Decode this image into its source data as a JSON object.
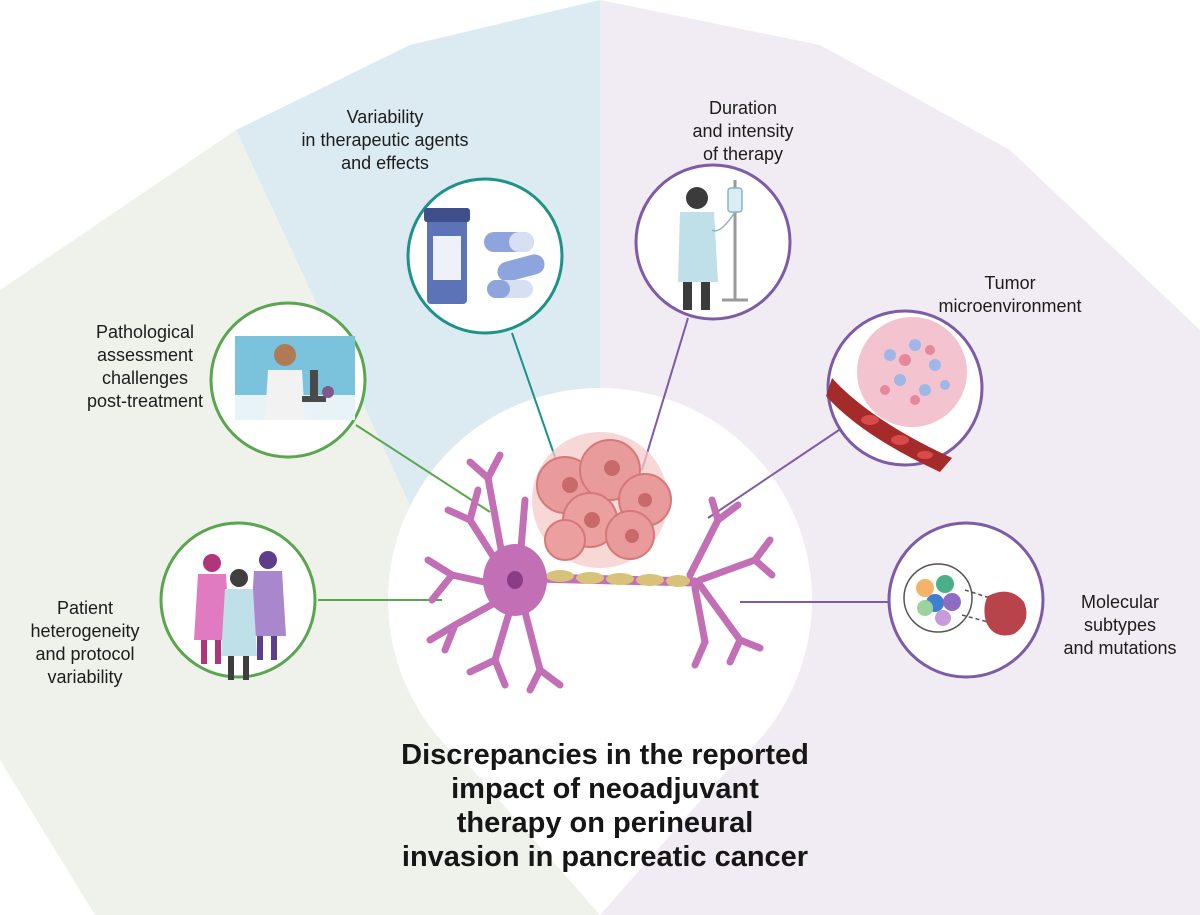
{
  "title_lines": [
    "Discrepancies in the reported",
    "impact of neoadjuvant",
    "therapy on perineural",
    "invasion in pancreatic cancer"
  ],
  "factors": {
    "therapeutic": {
      "lines": [
        "Variability",
        "in therapeutic agents",
        "and effects"
      ],
      "icon": "pill-bottle-capsules-icon"
    },
    "duration": {
      "lines": [
        "Duration",
        "and intensity",
        "of therapy"
      ],
      "icon": "patient-iv-drip-icon"
    },
    "pathological": {
      "lines": [
        "Pathological",
        "assessment",
        "challenges",
        "post-treatment"
      ],
      "icon": "scientist-microscope-icon"
    },
    "tumor": {
      "lines": [
        "Tumor",
        "microenvironment"
      ],
      "icon": "tumor-blood-vessel-icon"
    },
    "patient": {
      "lines": [
        "Patient",
        "heterogeneity",
        "and protocol",
        "variability"
      ],
      "icon": "patients-group-icon"
    },
    "molecular": {
      "lines": [
        "Molecular",
        "subtypes",
        "and mutations"
      ],
      "icon": "cell-cluster-tumor-icon"
    }
  },
  "colors": {
    "green_sector": "#eef2ea",
    "blue_sector": "#dcebf1",
    "purple_sector": "#f1ebf3",
    "green_ring": "#5aa64e",
    "teal_ring": "#1d9288",
    "purple_ring": "#7d5ba6",
    "neuron": "#c26fb5",
    "tumor": "#e99a9a"
  }
}
